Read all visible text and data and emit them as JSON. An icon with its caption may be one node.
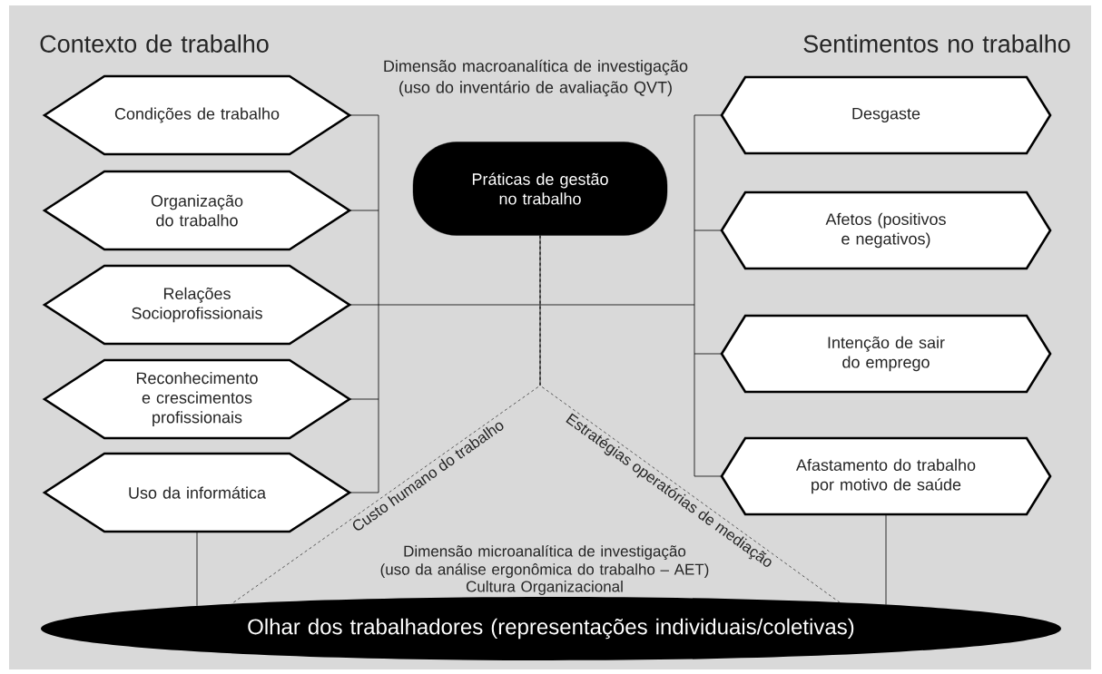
{
  "diagram": {
    "nodes": [
      {
        "text": [
          "Condições de trabalho"
        ]
      },
      {
        "text": [
          "Organização do trabalho"
        ]
      },
      {
        "text": [
          "Relações Socioprofissionais"
        ]
      },
      {
        "text": [
          "Reconhecimento e crescimentos profissionais"
        ]
      },
      {
        "text": [
          "Uso da informática"
        ]
      },
      {
        "text": [
          "Práticas de gestão no trabalho"
        ]
      },
      {
        "text": [
          "Desgaste"
        ]
      },
      {
        "text": [
          "Afetos (positivos e negativos)"
        ]
      },
      {
        "text": [
          "Intenção de sair do emprego"
        ]
      },
      {
        "text": [
          "Afastamento do trabalho por motivo de saúde"
        ]
      },
      {
        "text": [
          "Olhar dos trabalhadores (representações individuais/coletivas)"
        ]
      }
    ],
    "edges": [
      {
        "from": 0,
        "to": 6,
        "arrow": "none"
      },
      {
        "from": 0,
        "to": 7,
        "arrow": "none"
      },
      {
        "from": 0,
        "to": 8,
        "arrow": "none"
      },
      {
        "from": 0,
        "to": 9,
        "arrow": "none"
      },
      {
        "from": 1,
        "to": 6,
        "arrow": "none"
      },
      {
        "from": 1,
        "to": 7,
        "arrow": "none"
      },
      {
        "from": 1,
        "to": 8,
        "arrow": "none"
      },
      {
        "from": 1,
        "to": 9,
        "arrow": "none"
      },
      {
        "from": 2,
        "to": 6,
        "arrow": "none"
      },
      {
        "from": 2,
        "to": 7,
        "arrow": "none"
      },
      {
        "from": 2,
        "to": 8,
        "arrow": "none"
      },
      {
        "from": 2,
        "to": 9,
        "arrow": "none"
      },
      {
        "from": 3,
        "to": 6,
        "arrow": "none"
      },
      {
        "from": 3,
        "to": 7,
        "arrow": "none"
      },
      {
        "from": 3,
        "to": 8,
        "arrow": "none"
      },
      {
        "from": 3,
        "to": 9,
        "arrow": "none"
      },
      {
        "from": 4,
        "to": 6,
        "arrow": "none"
      },
      {
        "from": 4,
        "to": 7,
        "arrow": "none"
      },
      {
        "from": 4,
        "to": 8,
        "arrow": "none"
      },
      {
        "from": 4,
        "to": 9,
        "arrow": "none"
      },
      {
        "from": 4,
        "to": 10,
        "arrow": "none"
      },
      {
        "from": 9,
        "to": 10,
        "arrow": "none"
      },
      {
        "from": 5,
        "to": 10,
        "arrow": "none",
        "style": "dashed",
        "label": "Custo humano do trabalho"
      },
      {
        "from": 5,
        "to": 10,
        "arrow": "none",
        "style": "dashed",
        "label": "Estratégias operatórias de mediação"
      }
    ],
    "labels": [
      "Contexto de trabalho",
      "Sentimentos no trabalho",
      "Dimensão macroanalítica de investigação (uso do inventário de avaliação QVT)",
      "Dimensão microanalítica de investigação",
      "(uso da análise ergonômica do trabalho – AET)",
      "Cultura Organizacional"
    ]
  }
}
